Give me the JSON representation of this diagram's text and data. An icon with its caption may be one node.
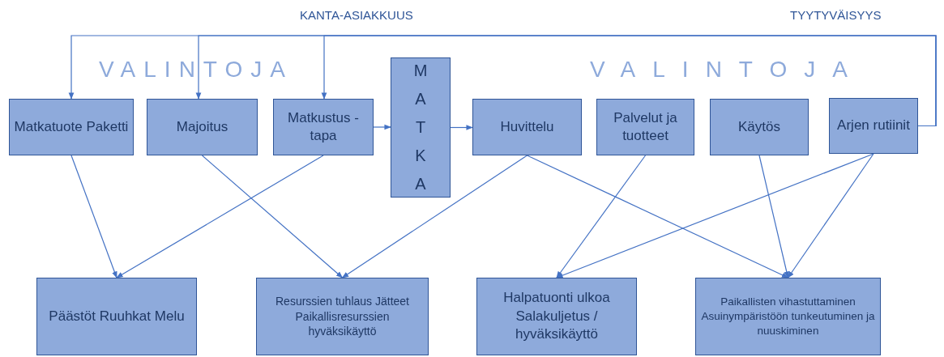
{
  "diagram": {
    "nodes": [
      {
        "text": [
          "Matkatuote Paketti"
        ]
      },
      {
        "text": [
          "Majoitus"
        ]
      },
      {
        "text": [
          "Matkustus -tapa"
        ]
      },
      {
        "text": [
          "MATKA"
        ]
      },
      {
        "text": [
          "Huvittelu"
        ]
      },
      {
        "text": [
          "Palvelut ja tuotteet"
        ]
      },
      {
        "text": [
          "Käytös"
        ]
      },
      {
        "text": [
          "Arjen rutiinit"
        ]
      },
      {
        "text": [
          "Päästöt Ruuhkat Melu"
        ]
      },
      {
        "text": [
          "Resurssien tuhlaus Jätteet Paikallisresurssien hyväksikäyttö"
        ]
      },
      {
        "text": [
          "Halpatuonti ulkoa Salakuljetus / hyväksikäyttö"
        ]
      },
      {
        "text": [
          "Paikallisten vihastuttaminen Asuinympäristöön tunkeutuminen ja nuuskiminen"
        ]
      }
    ],
    "edges": [
      {
        "from": 2,
        "to": 3,
        "arrow": "to"
      },
      {
        "from": 3,
        "to": 4,
        "arrow": "to"
      },
      {
        "from": 7,
        "to": 0,
        "arrow": "to"
      },
      {
        "from": 7,
        "to": 1,
        "arrow": "to"
      },
      {
        "from": 7,
        "to": 2,
        "arrow": "to"
      },
      {
        "from": 0,
        "to": 8,
        "arrow": "to"
      },
      {
        "from": 2,
        "to": 8,
        "arrow": "to"
      },
      {
        "from": 1,
        "to": 9,
        "arrow": "to"
      },
      {
        "from": 4,
        "to": 9,
        "arrow": "to"
      },
      {
        "from": 4,
        "to": 11,
        "arrow": "to"
      },
      {
        "from": 5,
        "to": 10,
        "arrow": "to"
      },
      {
        "from": 7,
        "to": 10,
        "arrow": "to"
      },
      {
        "from": 6,
        "to": 11,
        "arrow": "to"
      },
      {
        "from": 7,
        "to": 11,
        "arrow": "to"
      }
    ],
    "labels": [
      "KANTA-ASIAKKUUS",
      "TYYTYVÄISYYS",
      "VALINTOJA",
      "VALINTOJA"
    ]
  }
}
